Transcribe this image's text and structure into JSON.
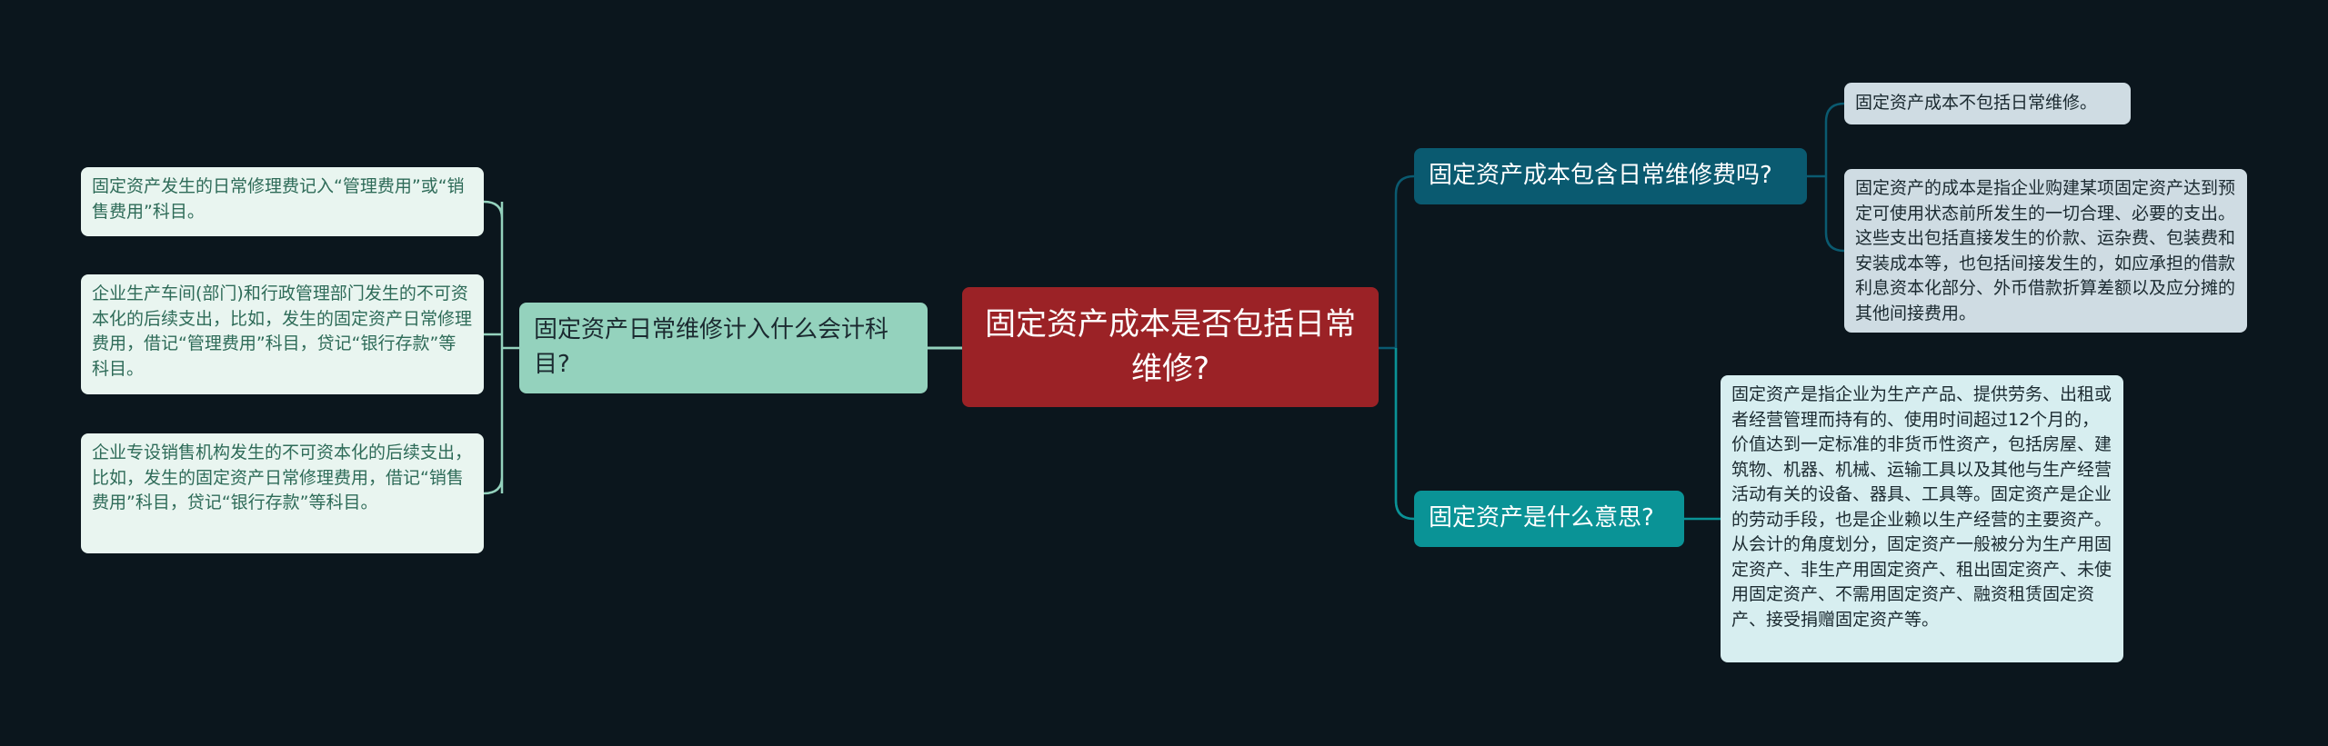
{
  "root": {
    "label": "固定资产成本是否包括日常维修?"
  },
  "left_branch": {
    "label": "固定资产日常维修计入什么会计科目?",
    "leaves": [
      "固定资产发生的日常修理费记入“管理费用”或“销售费用”科目。",
      "企业生产车间(部门)和行政管理部门发生的不可资本化的后续支出，比如，发生的固定资产日常修理费用，借记“管理费用”科目，贷记“银行存款”等科目。",
      "企业专设销售机构发生的不可资本化的后续支出，比如，发生的固定资产日常修理费用，借记“销售费用”科目，贷记“银行存款”等科目。"
    ]
  },
  "right_branches": [
    {
      "label": "固定资产成本包含日常维修费吗?",
      "leaves": [
        "固定资产成本不包括日常维修。",
        "固定资产的成本是指企业购建某项固定资产达到预定可使用状态前所发生的一切合理、必要的支出。这些支出包括直接发生的价款、运杂费、包装费和安装成本等，也包括间接发生的，如应承担的借款利息资本化部分、外币借款折算差额以及应分摊的其他间接费用。"
      ]
    },
    {
      "label": "固定资产是什么意思?",
      "leaves": [
        "固定资产是指企业为生产产品、提供劳务、出租或者经营管理而持有的、使用时间超过12个月的，价值达到一定标准的非货币性资产，包括房屋、建筑物、机器、机械、运输工具以及其他与生产经营活动有关的设备、器具、工具等。固定资产是企业的劳动手段，也是企业赖以生产经营的主要资产。从会计的角度划分，固定资产一般被分为生产用固定资产、非生产用固定资产、租出固定资产、未使用固定资产、不需用固定资产、融资租赁固定资产、接受捐赠固定资产等。"
      ]
    }
  ],
  "colors": {
    "background": "#0b161d",
    "root": "#9b2226",
    "left_branch": "#94d2bd",
    "right_branch_1": "#0a5a70",
    "right_branch_2": "#0a9396",
    "connector_left": "#94d2bd",
    "connector_right_1": "#0a5a70",
    "connector_right_2": "#0a9396"
  }
}
